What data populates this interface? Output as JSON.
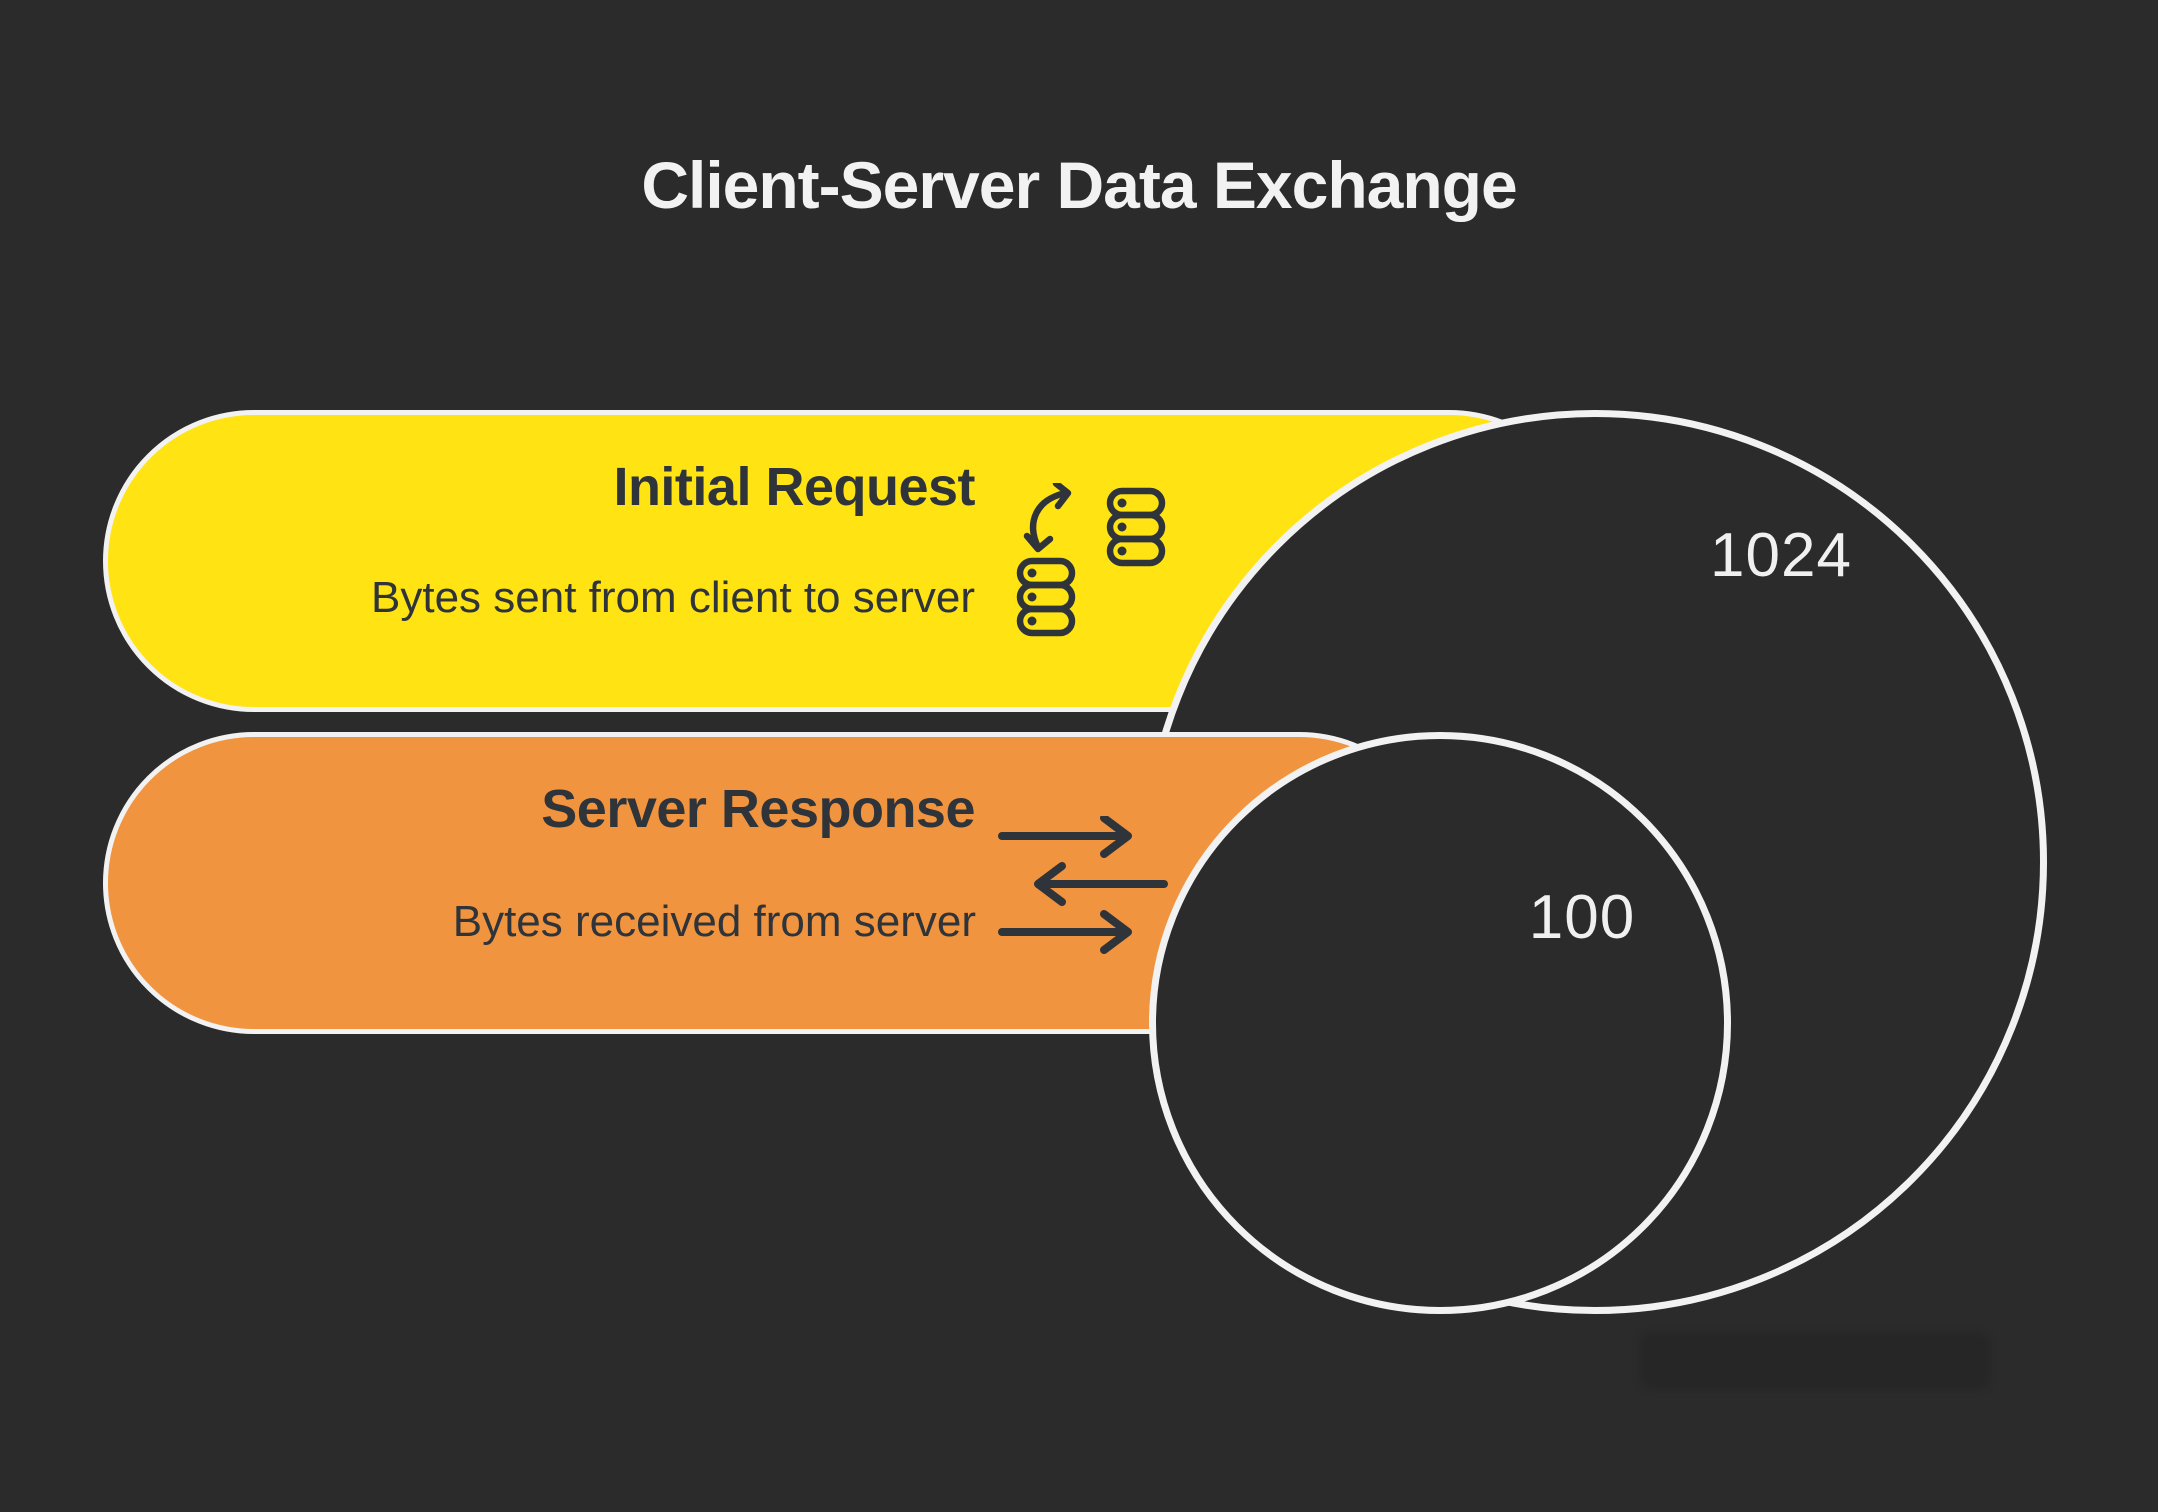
{
  "title": "Client-Server Data Exchange",
  "rows": [
    {
      "heading": "Initial Request",
      "subtitle": "Bytes sent from client to server",
      "value": "1024",
      "fill_color": "#ffe313",
      "icon": "database-sync-icon"
    },
    {
      "heading": "Server Response",
      "subtitle": "Bytes received from server",
      "value": "100",
      "fill_color": "#f0943f",
      "icon": "transfer-arrows-icon"
    }
  ],
  "circles": {
    "large_label": "1024",
    "small_label": "100"
  },
  "colors": {
    "background": "#2b2b2b",
    "outline": "#f2f2f2",
    "dark_text": "#2f343a",
    "light_text": "#f0f0f0",
    "row1_fill": "#ffe313",
    "row2_fill": "#f0943f"
  }
}
